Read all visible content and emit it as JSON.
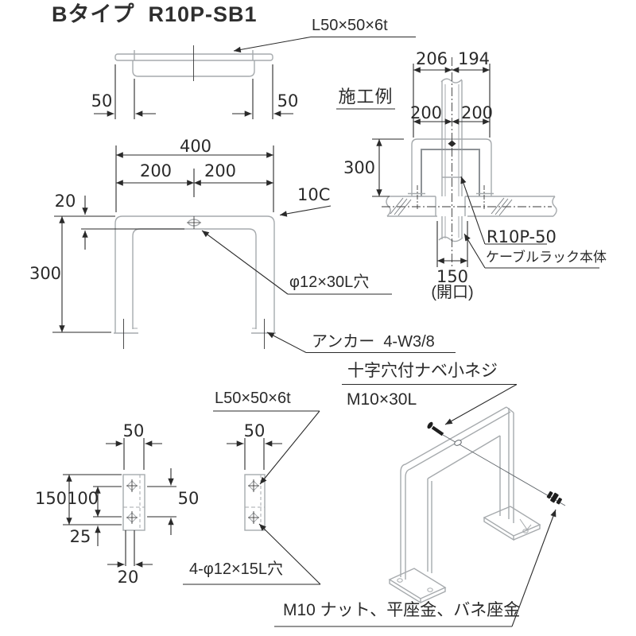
{
  "title": "Bタイプ  R10P-SB1",
  "colors": {
    "background": "#ffffff",
    "object_line": "#a6aaad",
    "dimension_line": "#2a2a2a",
    "text": "#2a2a2a"
  },
  "plan_view": {
    "angle_label": "L50×50×6t",
    "dim_left": "50",
    "dim_right": "50"
  },
  "front_view": {
    "dim_total_width": "400",
    "dim_left_half": "200",
    "dim_right_half": "200",
    "dim_plate_drop": "20",
    "dim_height": "300",
    "corner_label": "10C",
    "hole_label": "φ12×30L穴",
    "anchor_label": "アンカー  4-W3/8"
  },
  "installation_view": {
    "heading": "施工例",
    "dim_left_offset": "206",
    "dim_right_offset": "194",
    "dim_left_half": "200",
    "dim_right_half": "200",
    "dim_height": "300",
    "rack_model_label": "R10P-50",
    "rack_body_label": "ケーブルラック本体",
    "dim_opening": "150",
    "opening_note": "(開口)"
  },
  "plate_view": {
    "dim_width": "50",
    "dim_height": "150",
    "dim_hole_pitch": "100",
    "dim_hole_edge": "25",
    "dim_mid": "50",
    "dim_gap": "20",
    "dim_width_right": "50",
    "angle_label": "L50×50×6t",
    "holes_label": "4-φ12×15L穴"
  },
  "iso_view": {
    "screw_label": "十字穴付ナベ小ネジ",
    "screw_size_label": "M10×30L",
    "nut_label": "M10 ナット、平座金、バネ座金"
  }
}
